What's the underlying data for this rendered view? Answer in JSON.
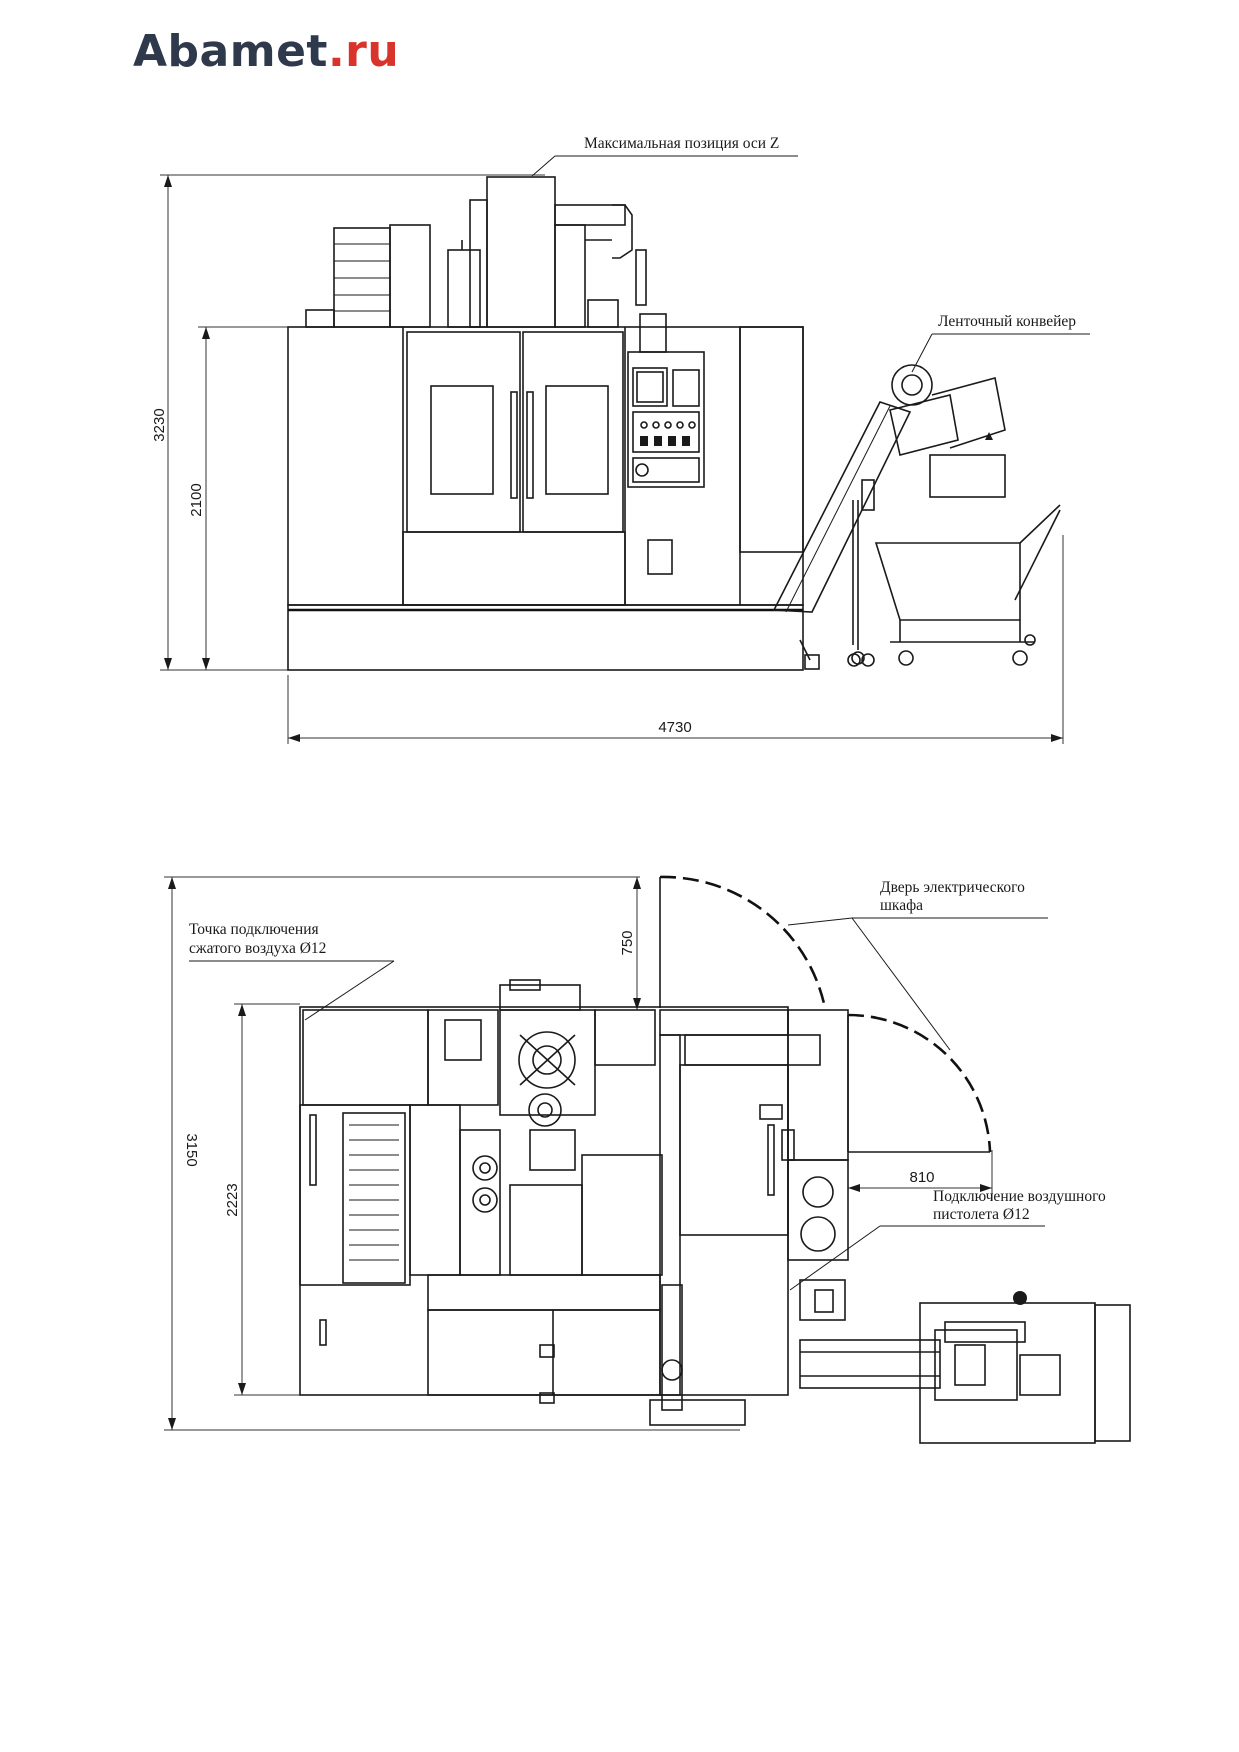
{
  "logo": {
    "main": "Abamet",
    "tld": ".ru"
  },
  "front_view": {
    "label_z_axis": "Максимальная позиция оси Z",
    "label_conveyor": "Ленточный конвейер",
    "dim_total_height": "3230",
    "dim_door_height": "2100",
    "dim_total_width": "4730"
  },
  "top_view": {
    "label_air_point_line1": "Точка подключения",
    "label_air_point_line2": "сжатого воздуха  Ø12",
    "label_cabinet_door_line1": "Дверь электрического",
    "label_cabinet_door_line2": "шкафа",
    "label_air_gun_line1": "Подключение воздушного",
    "label_air_gun_line2": "пистолета Ø12",
    "dim_top_clearance": "750",
    "dim_total_depth": "3150",
    "dim_body_depth": "2223",
    "dim_door_swing": "810"
  },
  "colors": {
    "logo_main": "#2e3a4c",
    "logo_tld": "#d9342b",
    "line": "#1a1a1a"
  }
}
